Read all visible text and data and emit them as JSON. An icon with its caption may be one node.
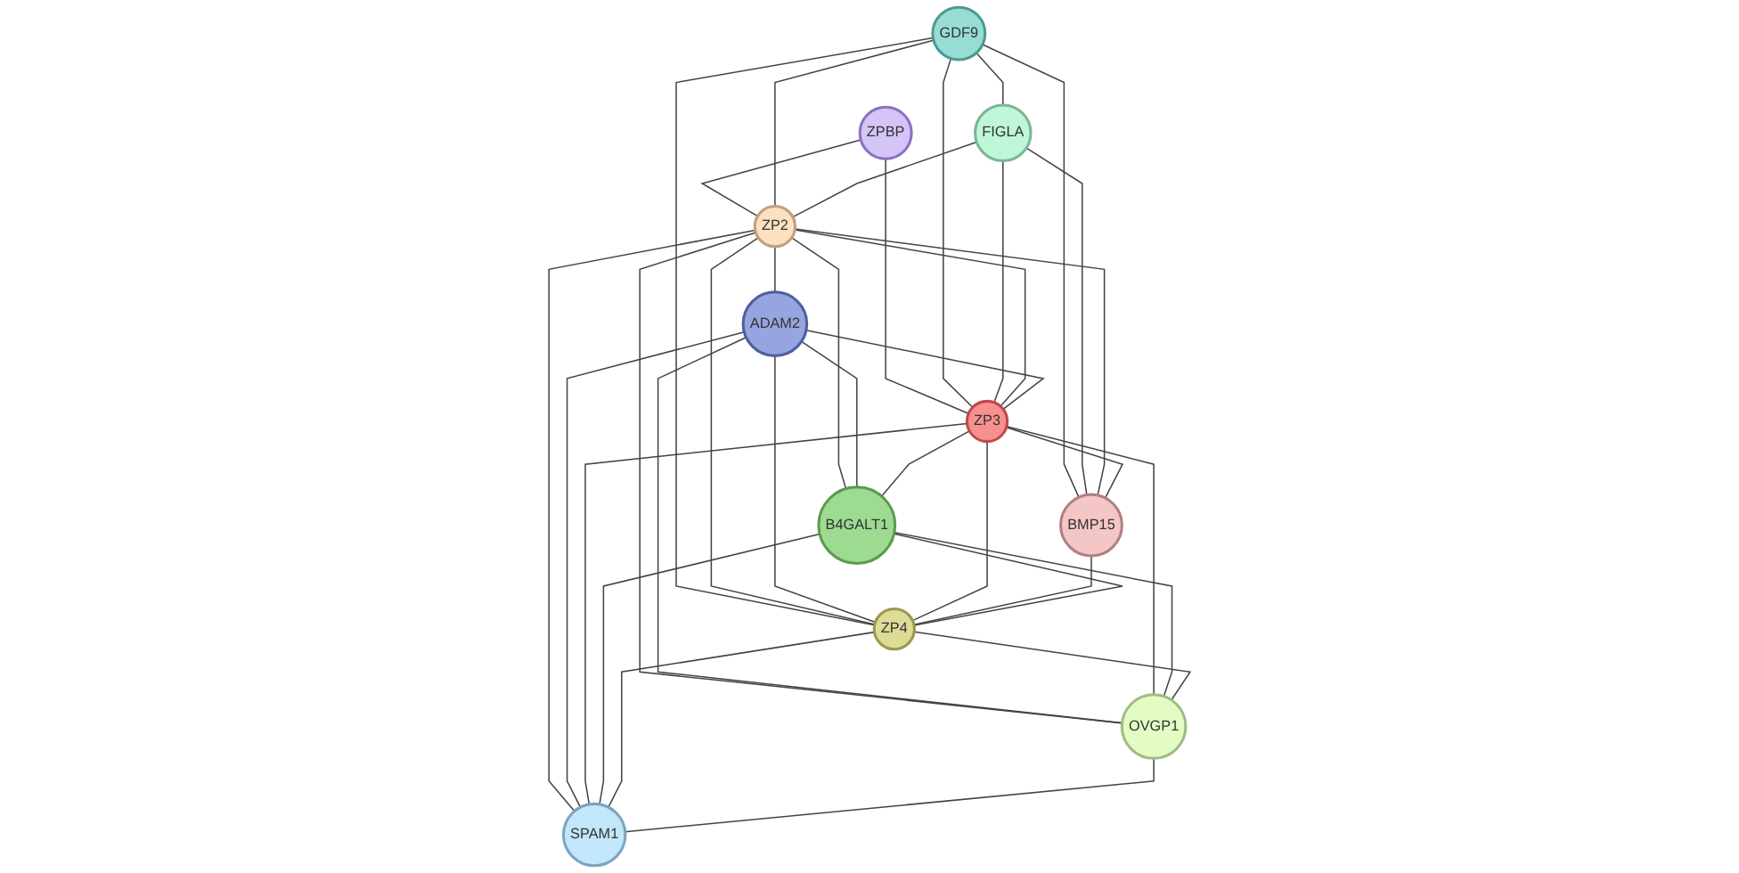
{
  "diagram": {
    "nodes": [
      {
        "text": [
          "ZPBP"
        ]
      },
      {
        "text": [
          "GDF9"
        ]
      },
      {
        "text": [
          "FIGLA"
        ]
      },
      {
        "text": [
          "ZP2"
        ]
      },
      {
        "text": [
          "ADAM2"
        ]
      },
      {
        "text": [
          "ZP3"
        ]
      },
      {
        "text": [
          "BMP15"
        ]
      },
      {
        "text": [
          "B4GALT1"
        ]
      },
      {
        "text": [
          "ZP4"
        ]
      },
      {
        "text": [
          "OVGP1"
        ]
      },
      {
        "text": [
          "SPAM1"
        ]
      }
    ],
    "edges": [
      {
        "from": 0,
        "to": 3,
        "arrow": "none"
      },
      {
        "from": 0,
        "to": 5,
        "arrow": "none"
      },
      {
        "from": 1,
        "to": 2,
        "arrow": "none"
      },
      {
        "from": 1,
        "to": 3,
        "arrow": "none"
      },
      {
        "from": 1,
        "to": 5,
        "arrow": "none"
      },
      {
        "from": 1,
        "to": 6,
        "arrow": "none"
      },
      {
        "from": 1,
        "to": 8,
        "arrow": "none"
      },
      {
        "from": 2,
        "to": 3,
        "arrow": "none"
      },
      {
        "from": 2,
        "to": 5,
        "arrow": "none"
      },
      {
        "from": 2,
        "to": 6,
        "arrow": "none"
      },
      {
        "from": 3,
        "to": 4,
        "arrow": "none"
      },
      {
        "from": 3,
        "to": 5,
        "arrow": "none"
      },
      {
        "from": 3,
        "to": 6,
        "arrow": "none"
      },
      {
        "from": 3,
        "to": 8,
        "arrow": "none"
      },
      {
        "from": 3,
        "to": 7,
        "arrow": "none"
      },
      {
        "from": 3,
        "to": 9,
        "arrow": "none"
      },
      {
        "from": 3,
        "to": 10,
        "arrow": "none"
      },
      {
        "from": 4,
        "to": 5,
        "arrow": "none"
      },
      {
        "from": 4,
        "to": 7,
        "arrow": "none"
      },
      {
        "from": 4,
        "to": 9,
        "arrow": "none"
      },
      {
        "from": 4,
        "to": 10,
        "arrow": "none"
      },
      {
        "from": 4,
        "to": 8,
        "arrow": "none"
      },
      {
        "from": 5,
        "to": 6,
        "arrow": "none"
      },
      {
        "from": 5,
        "to": 8,
        "arrow": "none"
      },
      {
        "from": 5,
        "to": 7,
        "arrow": "none"
      },
      {
        "from": 5,
        "to": 9,
        "arrow": "none"
      },
      {
        "from": 5,
        "to": 10,
        "arrow": "none"
      },
      {
        "from": 6,
        "to": 8,
        "arrow": "none"
      },
      {
        "from": 7,
        "to": 8,
        "arrow": "none"
      },
      {
        "from": 7,
        "to": 9,
        "arrow": "none"
      },
      {
        "from": 7,
        "to": 10,
        "arrow": "none"
      },
      {
        "from": 8,
        "to": 9,
        "arrow": "none"
      },
      {
        "from": 8,
        "to": 10,
        "arrow": "none"
      },
      {
        "from": 9,
        "to": 10,
        "arrow": "none"
      }
    ]
  }
}
